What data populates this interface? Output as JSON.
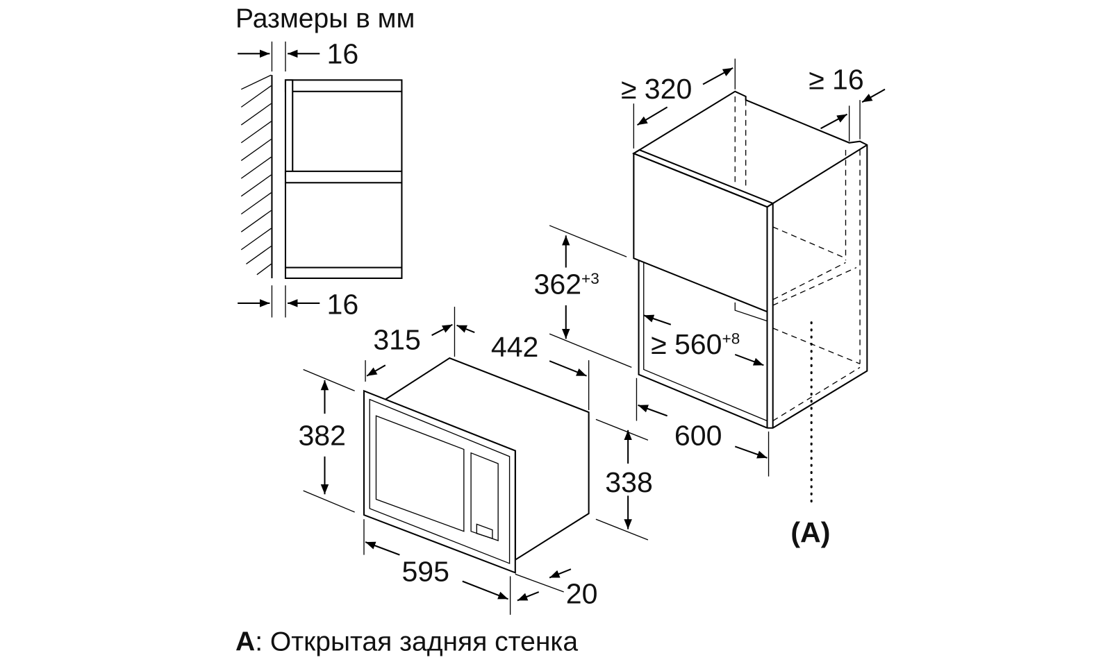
{
  "title": "Размеры в мм",
  "side_view": {
    "top_gap": "16",
    "bottom_gap": "16"
  },
  "microwave": {
    "depth": "315",
    "body_width": "442",
    "frame_height": "382",
    "body_height": "338",
    "frame_width": "595",
    "frame_thickness": "20"
  },
  "cabinet": {
    "min_depth": "≥ 320",
    "min_side": "≥ 16",
    "niche_height": "362",
    "niche_height_tol": "+3",
    "niche_width": "≥ 560",
    "niche_width_tol": "+8",
    "width": "600",
    "marker": "(A)"
  },
  "legend": {
    "key": "A",
    "text": ": Открытая задняя стенка"
  }
}
